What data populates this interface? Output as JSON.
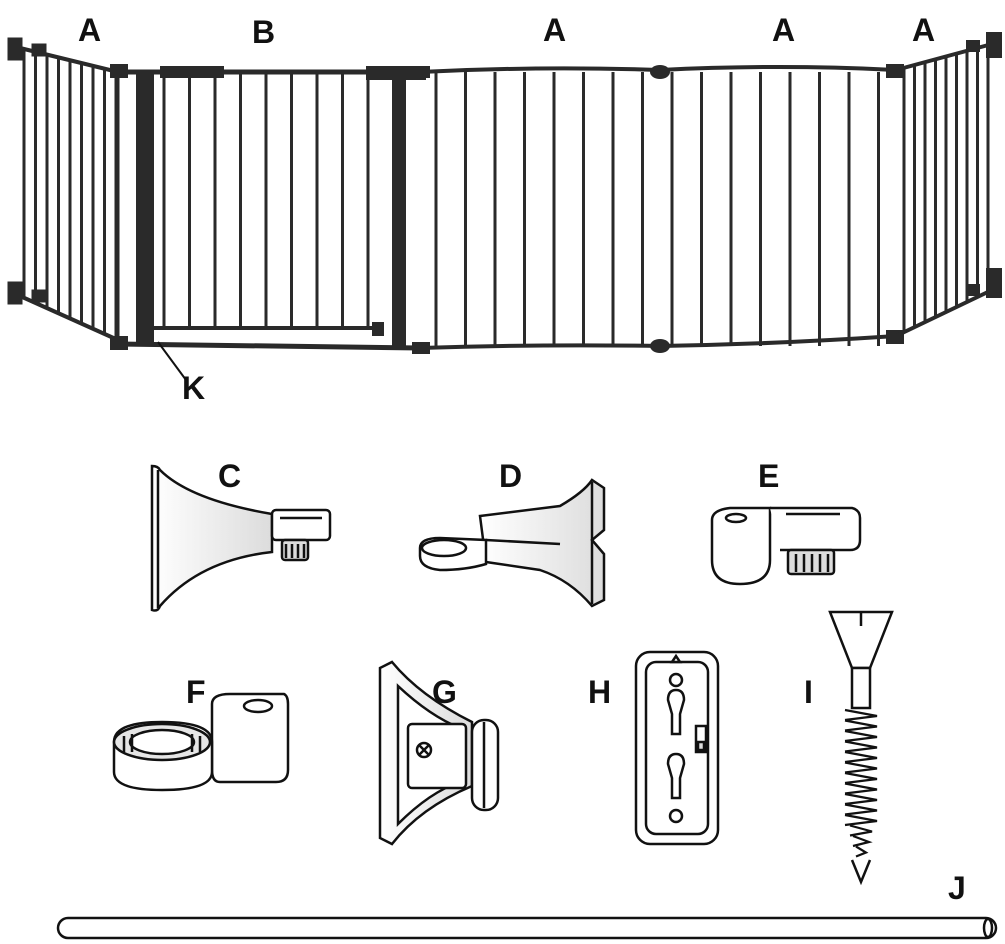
{
  "labels": {
    "panel_a": "A",
    "panel_b": "B",
    "part_c": "C",
    "part_d": "D",
    "part_e": "E",
    "part_f": "F",
    "part_g": "G",
    "part_h": "H",
    "part_i": "I",
    "part_j": "J",
    "part_k": "K"
  },
  "colors": {
    "ink": "#111111",
    "gate_frame": "#2a2a2a",
    "part_fill": "#ffffff",
    "part_shade": "#d8d8d8"
  }
}
